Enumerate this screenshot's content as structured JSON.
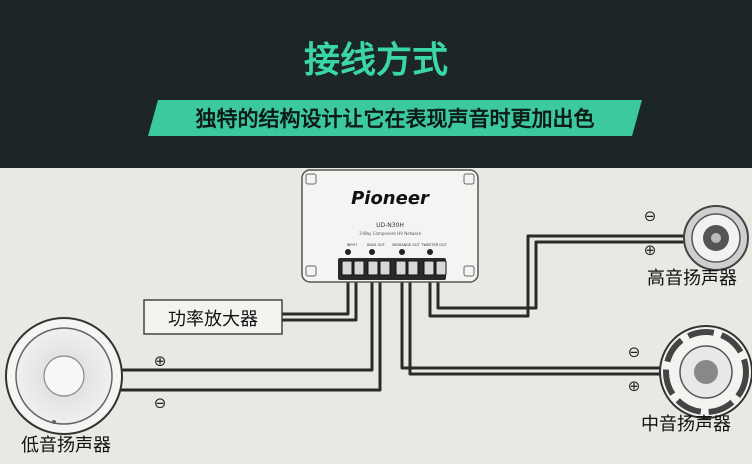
{
  "header": {
    "title": "接线方式",
    "subtitle": "独特的结构设计让它在表现声音时更加出色"
  },
  "device": {
    "brand": "Pioneer",
    "model": "UD-N30H",
    "description": "3-Way Component HV Network",
    "port_labels": [
      "INPUT",
      "BASS OUT",
      "MIDRANGE OUT",
      "TWEETER OUT"
    ]
  },
  "components": {
    "amplifier": "功率放大器",
    "tweeter": "高音扬声器",
    "midrange": "中音扬声器",
    "woofer": "低音扬声器"
  },
  "symbols": {
    "plus": "⊕",
    "minus": "⊖"
  },
  "colors": {
    "header_bg": "#1c2528",
    "title": "#3ad6a8",
    "banner": "#3cc9a0",
    "paper": "#e9e8e3",
    "wire": "#2a2a2a"
  }
}
